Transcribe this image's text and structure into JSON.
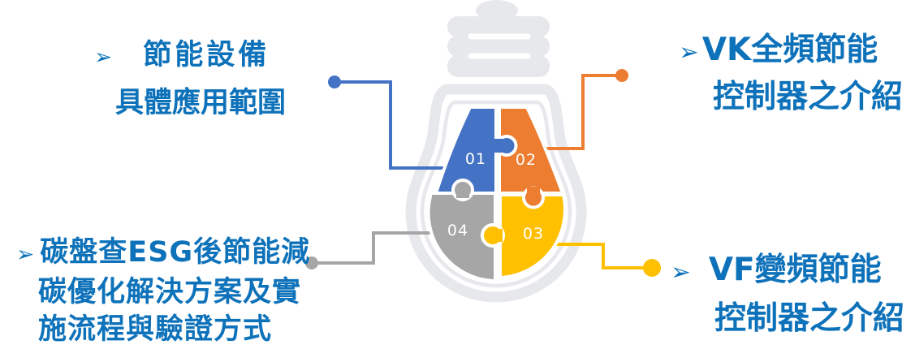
{
  "figure": {
    "colors": {
      "blue": "#4472C4",
      "orange": "#ED7D31",
      "yellow": "#FFC000",
      "gray": "#A6A6A6",
      "bulb_gray": "#E6E8EB",
      "text_blue": "#0E72BA",
      "number_white": "#FFFFFF"
    },
    "puzzle": {
      "pieces": [
        {
          "number": "01",
          "color": "#4472C4"
        },
        {
          "number": "02",
          "color": "#ED7D31"
        },
        {
          "number": "03",
          "color": "#FFC000"
        },
        {
          "number": "04",
          "color": "#A6A6A6"
        }
      ]
    },
    "labels": {
      "top_left": {
        "bullet": "➢",
        "lines": [
          "節能設備",
          "具體應用範圍"
        ]
      },
      "top_right": {
        "bullet": "➢",
        "lines": [
          "VK全頻節能",
          "控制器之介紹"
        ]
      },
      "bottom_left": {
        "bullet": "➢",
        "lines": [
          "碳盤查ESG後節能減",
          "碳優化解決方案及實",
          "施流程與驗證方式"
        ]
      },
      "bottom_right": {
        "bullet": "➢",
        "lines": [
          "VF變頻節能",
          "控制器之介紹"
        ]
      }
    }
  }
}
